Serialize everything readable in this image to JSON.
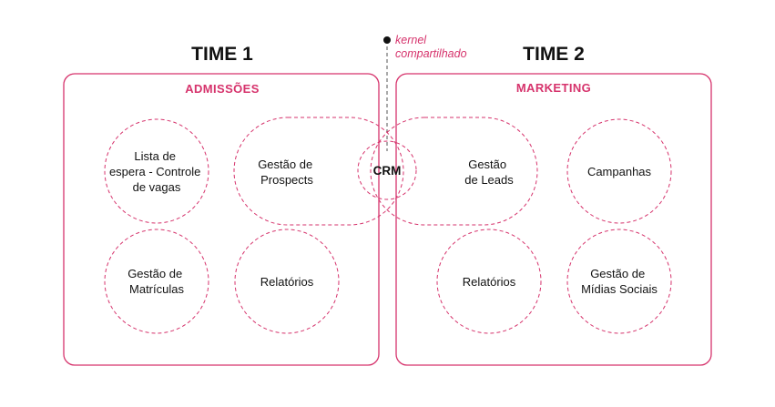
{
  "colors": {
    "accent": "#d6336c",
    "text": "#111111",
    "background": "#ffffff",
    "connector": "#555555"
  },
  "team1": {
    "title": "TIME 1",
    "box_label": "ADMISSÕES",
    "nodes": {
      "lista": [
        "Lista de",
        "espera - Controle",
        "de vagas"
      ],
      "prospects": [
        "Gestão de",
        "Prospects"
      ],
      "matriculas": [
        "Gestão de",
        "Matrículas"
      ],
      "relatorios": [
        "Relatórios"
      ]
    }
  },
  "team2": {
    "title": "TIME 2",
    "box_label": "MARKETING",
    "nodes": {
      "leads": [
        "Gestão",
        "de Leads"
      ],
      "campanhas": [
        "Campanhas"
      ],
      "relatorios": [
        "Relatórios"
      ],
      "midias": [
        "Gestão de",
        "Mídias Sociais"
      ]
    }
  },
  "shared": {
    "label": "CRM",
    "kernel_lines": [
      "kernel",
      "compartilhado"
    ]
  }
}
